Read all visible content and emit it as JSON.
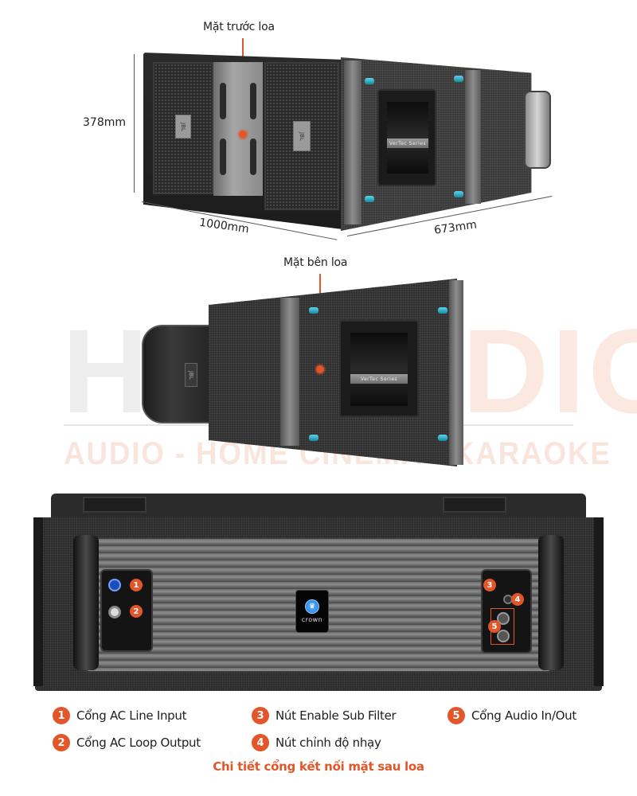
{
  "front_view": {
    "callout": "Mặt trước loa",
    "height_dim": "378mm",
    "width_dim": "1000mm",
    "depth_dim": "673mm",
    "brand_badge": "JBL",
    "series_label": "VerTec Series"
  },
  "side_view": {
    "callout": "Mặt bên loa",
    "brand_badge": "JBL",
    "series_label": "VerTec Series"
  },
  "watermark": {
    "big_text_left": "HI",
    "big_text_right": "RADIO",
    "small_text": "AUDIO - HOME CINEMA - KARAOKE"
  },
  "rear_view": {
    "amp_brand": "crown",
    "markers": [
      "1",
      "2",
      "3",
      "4",
      "5"
    ]
  },
  "legend": {
    "items": [
      {
        "num": "1",
        "label": "Cổng AC Line Input"
      },
      {
        "num": "2",
        "label": "Cổng AC Loop Output"
      },
      {
        "num": "3",
        "label": "Nút Enable Sub Filter"
      },
      {
        "num": "4",
        "label": "Nút chỉnh độ nhạy"
      },
      {
        "num": "5",
        "label": "Cổng Audio In/Out"
      }
    ],
    "caption": "Chi tiết cổng kết nối mặt sau loa"
  },
  "colors": {
    "accent": "#e2562a",
    "pin_cyan": "#2fb4cc",
    "crown_blue": "#1f78d6"
  }
}
